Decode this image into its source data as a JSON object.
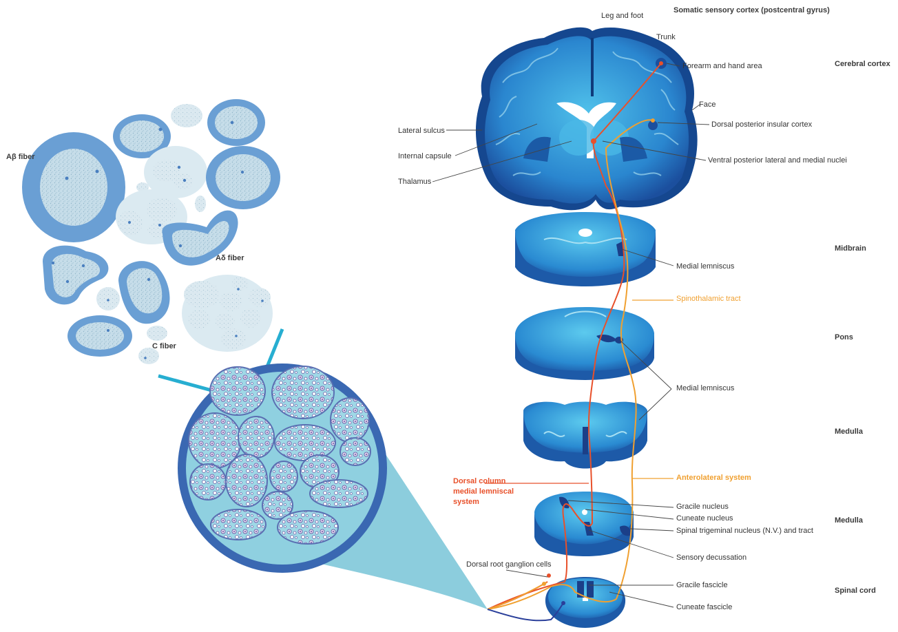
{
  "header": {
    "somatic_cortex": "Somatic sensory cortex (postcentral gyrus)"
  },
  "cortex_labels": {
    "leg_foot": "Leg and foot",
    "trunk": "Trunk",
    "forearm_hand": "Forearm and hand area",
    "face": "Face",
    "dorsal_insular": "Dorsal posterior insular cortex",
    "ventral_posterior": "Ventral posterior lateral and medial nuclei",
    "lateral_sulcus": "Lateral sulcus",
    "internal_capsule": "Internal capsule",
    "thalamus": "Thalamus"
  },
  "levels": {
    "cerebral_cortex": "Cerebral cortex",
    "midbrain": "Midbrain",
    "pons": "Pons",
    "medulla_upper": "Medulla",
    "medulla_lower": "Medulla",
    "spinal_cord": "Spinal cord"
  },
  "pathway_labels": {
    "medial_lemniscus_1": "Medial lemniscus",
    "spinothalamic": "Spinothalamic tract",
    "medial_lemniscus_2": "Medial lemniscus",
    "anterolateral": "Anterolateral system",
    "dorsal_column": "Dorsal column\nmedial lemniscal\nsystem",
    "gracile_nucleus": "Gracile nucleus",
    "cuneate_nucleus": "Cuneate nucleus",
    "spinal_trigeminal": "Spinal trigeminal nucleus (N.V.) and tract",
    "sensory_decussation": "Sensory decussation",
    "drg_cells": "Dorsal root ganglion cells",
    "gracile_fascicle": "Gracile fascicle",
    "cuneate_fascicle": "Cuneate fascicle"
  },
  "fiber_labels": {
    "a_beta": "Aβ fiber",
    "a_delta": "Aδ fiber",
    "c_fiber": "C fiber"
  },
  "colors": {
    "dorsal_column_pathway": "#e8502a",
    "anterolateral_pathway": "#f0a030",
    "brain_dark": "#1a4f9e",
    "brain_light": "#3aa7e0",
    "myelin": "#6a9fd4",
    "axon_fill": "#b8d6e6",
    "nerve_bundle": "#8ccddd"
  }
}
